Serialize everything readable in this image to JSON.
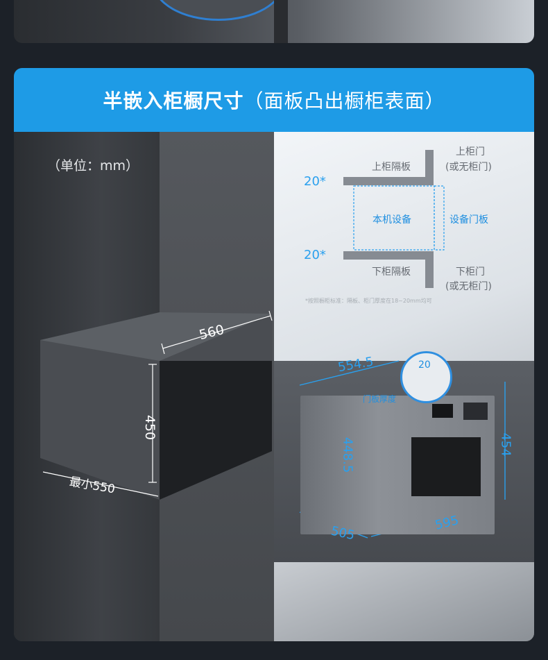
{
  "header": {
    "title_bold": "半嵌入柜橱尺寸",
    "title_sub": "（面板凸出橱柜表面）"
  },
  "unit_label": "（单位：mm）",
  "niche_dims": {
    "width": "560",
    "height": "450",
    "depth": "最小550"
  },
  "schematic": {
    "upper_shelf": "上柜隔板",
    "upper_door_1": "上柜门",
    "upper_door_2": "(或无柜门)",
    "lower_shelf": "下柜隔板",
    "lower_door_1": "下柜门",
    "lower_door_2": "(或无柜门)",
    "device": "本机设备",
    "device_door": "设备门板",
    "thickness_top": "20*",
    "thickness_bottom": "20*",
    "note": "*按照橱柜标准：隔板、柜门厚度在18~20mm均可"
  },
  "product_dims": {
    "top_depth": "554.5",
    "door_thickness": "20",
    "door_thickness_label": "门板厚度",
    "body_height": "448.5",
    "front_height": "454",
    "depth": "505",
    "width": "595"
  },
  "colors": {
    "header": "#1e9be6",
    "dimension_blue": "#2aa0ee",
    "bg": "#1c2128"
  }
}
